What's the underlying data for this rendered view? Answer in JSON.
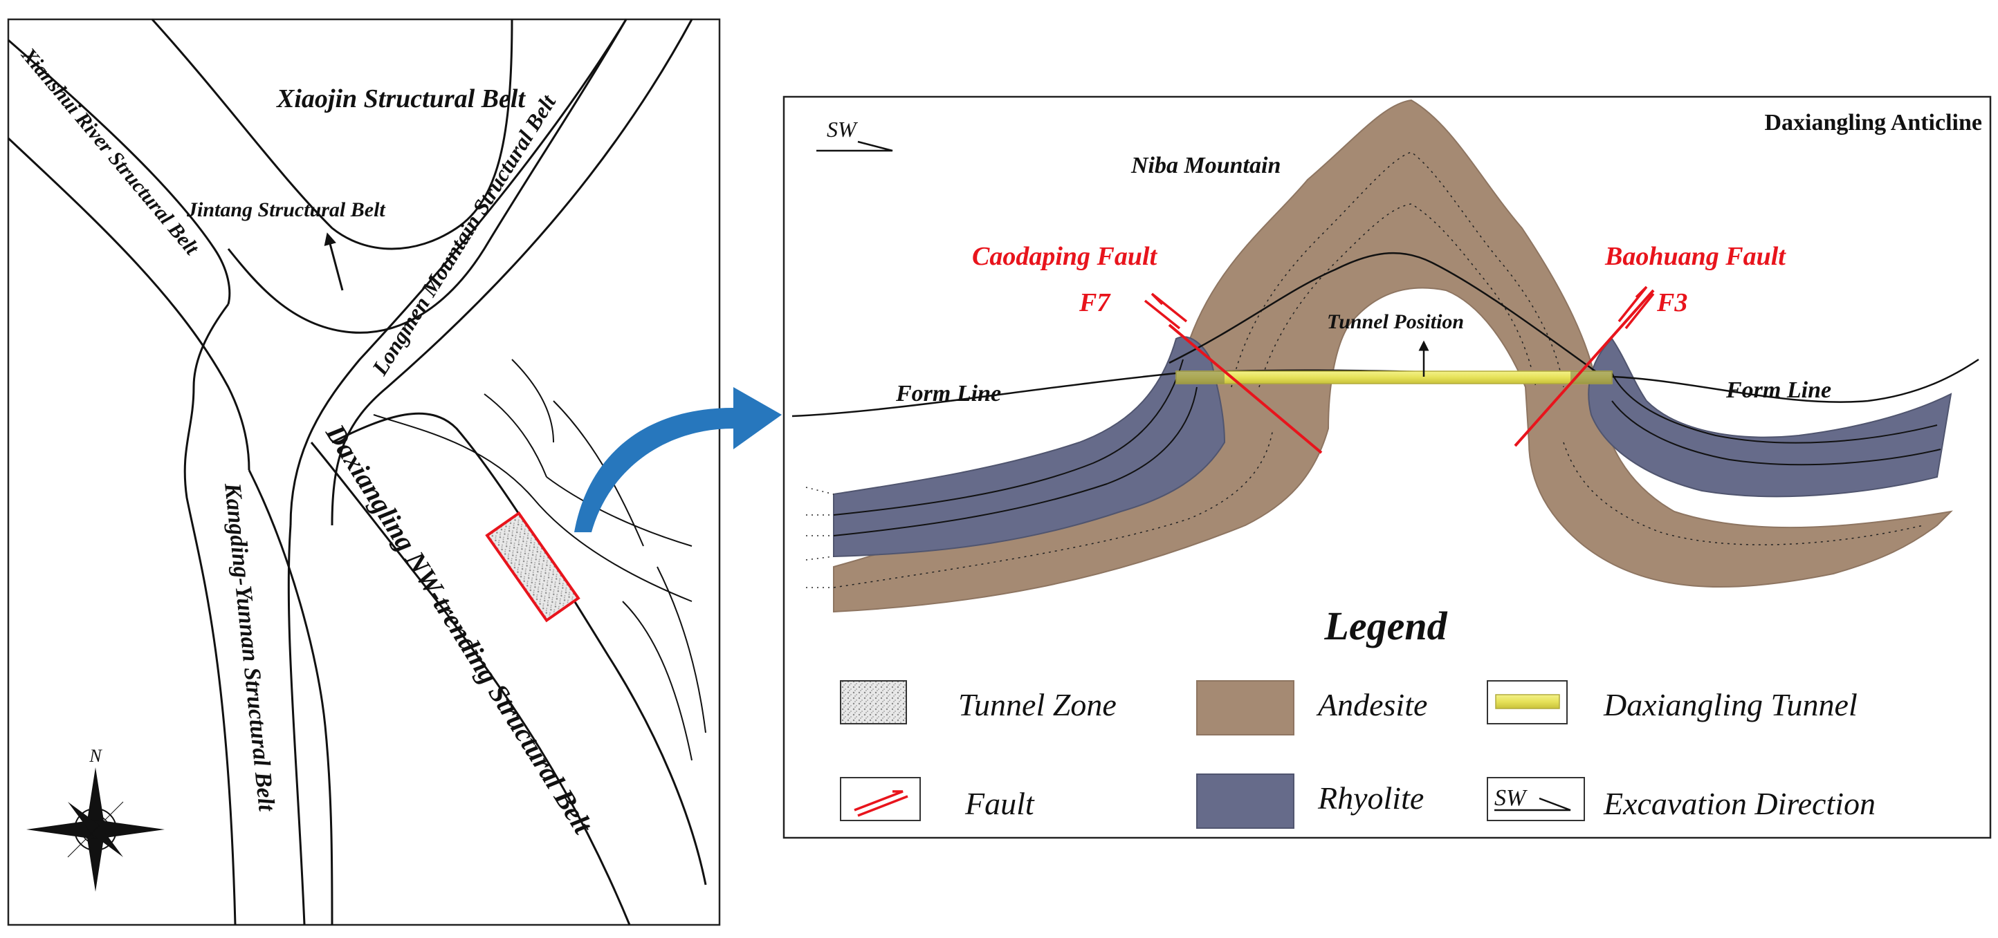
{
  "colors": {
    "andesite": "#a58a73",
    "rhyolite": "#666b8a",
    "fault": "#e8141c",
    "tunnel": "#e6e25a",
    "arrow": "#2777bd",
    "line": "#111111"
  },
  "map": {
    "belts": {
      "xiaojin": "Xiaojin Structural Belt",
      "jintang": "Jintang Structural Belt",
      "xianshui": "Xianshui River Structural Belt",
      "longmen": "Longmen Mountain Structural Belt",
      "daxiangling_nw": "Daxiangling NW-trending Structural Belt",
      "kangding": "Kangding-Yunnan Structural Belt"
    },
    "compass_label": "N",
    "icons": [
      "compass-rose-icon",
      "tunnel-zone-marker",
      "pointer-arrow-icon"
    ]
  },
  "section": {
    "title": "Daxiangling Anticline",
    "direction_label": "SW",
    "mountain": "Niba Mountain",
    "faults": {
      "left_name": "Caodaping Fault",
      "left_id": "F7",
      "right_name": "Baohuang Fault",
      "right_id": "F3"
    },
    "tunnel_position": "Tunnel Position",
    "form_line_left": "Form Line",
    "form_line_right": "Form Line"
  },
  "legend": {
    "title": "Legend",
    "items": [
      {
        "label": "Tunnel Zone",
        "icon": "tunnel-zone-swatch"
      },
      {
        "label": "Andesite",
        "icon": "andesite-swatch"
      },
      {
        "label": "Daxiangling Tunnel",
        "icon": "tunnel-swatch"
      },
      {
        "label": "Fault",
        "icon": "fault-swatch"
      },
      {
        "label": "Rhyolite",
        "icon": "rhyolite-swatch"
      },
      {
        "label": "Excavation Direction",
        "icon": "excavation-direction-swatch",
        "swatch_text": "SW"
      }
    ]
  }
}
